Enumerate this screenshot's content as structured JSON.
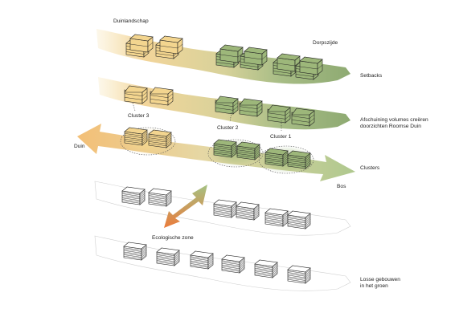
{
  "labels": {
    "duinlandschap": "Duinlandschap",
    "dorpszijde": "Dorpszijde",
    "cluster3": "Cluster 3",
    "cluster2": "Cluster 2",
    "cluster1": "Cluster 1",
    "duin": "Duin",
    "bos": "Bos",
    "ecologische_zone": "Ecologische zone"
  },
  "steps": [
    {
      "lines": [
        "Setbacks"
      ]
    },
    {
      "lines": [
        "Afschuining volumes creëren",
        "doorzichten Roomse Duin"
      ]
    },
    {
      "lines": [
        "Clusters"
      ]
    },
    {
      "lines": [
        "Losse gebouwen",
        "in het groen"
      ]
    }
  ],
  "colors": {
    "dune_yellow": "#f3d58f",
    "green": "#9db77a",
    "arrow_orange": "#f0a24c",
    "arrow_green": "#a3c07e",
    "eco_top": "#9fc07f",
    "eco_bottom": "#ec7a3c",
    "outline": "#222222"
  }
}
